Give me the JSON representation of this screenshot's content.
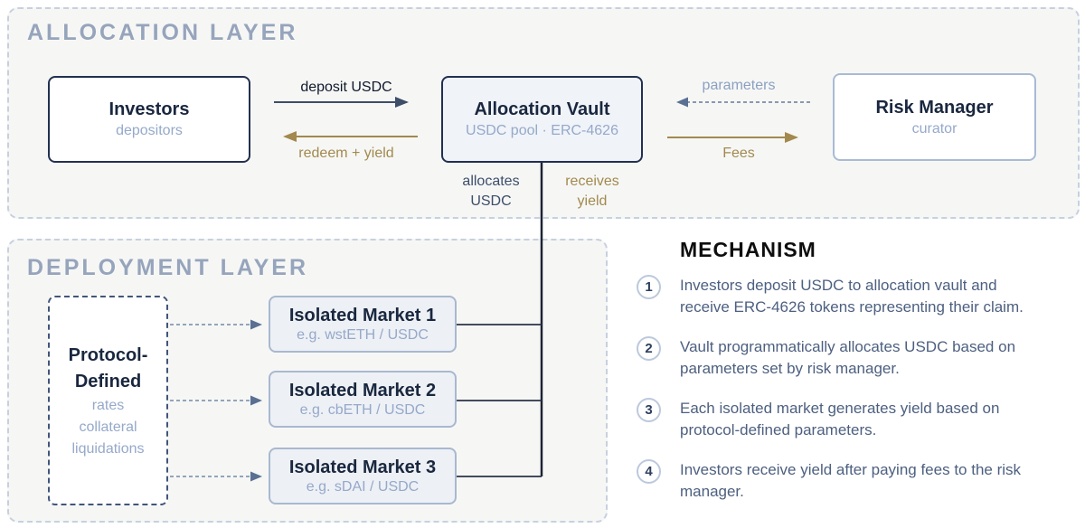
{
  "allocation_layer": {
    "title": "ALLOCATION LAYER",
    "investors": {
      "title": "Investors",
      "subtitle": "depositors"
    },
    "vault": {
      "title": "Allocation Vault",
      "subtitle": "USDC pool · ERC-4626"
    },
    "risk_manager": {
      "title": "Risk Manager",
      "subtitle": "curator"
    },
    "flows": {
      "deposit": "deposit USDC",
      "redeem": "redeem + yield",
      "parameters": "parameters",
      "fees": "Fees",
      "allocates": "allocates\nUSDC",
      "receives": "receives\nyield"
    }
  },
  "deployment_layer": {
    "title": "DEPLOYMENT LAYER",
    "protocol_box": {
      "title_line1": "Protocol-",
      "title_line2": "Defined",
      "items": [
        "rates",
        "collateral",
        "liquidations"
      ]
    },
    "markets": [
      {
        "title": "Isolated Market 1",
        "subtitle": "e.g. wstETH / USDC"
      },
      {
        "title": "Isolated Market 2",
        "subtitle": "e.g. cbETH / USDC"
      },
      {
        "title": "Isolated Market 3",
        "subtitle": "e.g. sDAI / USDC"
      }
    ]
  },
  "mechanism": {
    "title": "MECHANISM",
    "steps": [
      {
        "number": "1",
        "text": "Investors deposit USDC to allocation vault and\nreceive ERC-4626 tokens representing their claim."
      },
      {
        "number": "2",
        "text": "Vault programmatically allocates USDC based on\nparameters set by risk manager."
      },
      {
        "number": "3",
        "text": "Each isolated market generates yield based on\nprotocol-defined parameters."
      },
      {
        "number": "4",
        "text": "Investors receive yield after paying fees to the risk\nmanager."
      }
    ]
  },
  "colors": {
    "dark_navy": "#19273f",
    "slate_text": "#4d6080",
    "muted_blue": "#95a9ca",
    "tan": "#a3894e",
    "arrow_dark": "#3e4d68",
    "arrow_slate": "#64799c",
    "layer_title": "#96a4bc"
  }
}
